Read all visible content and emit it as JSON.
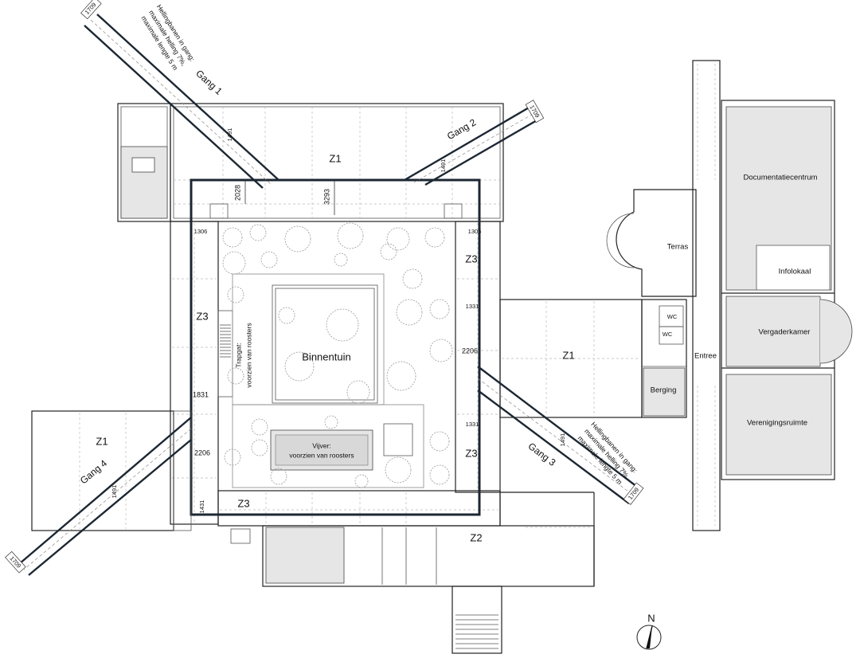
{
  "zones": {
    "z1_top": "Z1",
    "z1_mid": "Z1",
    "z1_left": "Z1",
    "z3_left": "Z3",
    "z3_right_top": "Z3",
    "z3_right_bottom": "Z3",
    "z3_bottom": "Z3",
    "z2": "Z2"
  },
  "corridors": {
    "gang1": "Gang 1",
    "gang2": "Gang 2",
    "gang3": "Gang 3",
    "gang4": "Gang 4"
  },
  "rooms": {
    "binnentuin": "Binnentuin",
    "vijver_line1": "Vijver:",
    "vijver_line2": "voorzien van roosters",
    "trapgat_line1": "Trapgat:",
    "trapgat_line2": "voorzien van roosters",
    "terras": "Terras",
    "documentatiecentrum": "Documentatiecentrum",
    "infolokaal": "Infolokaal",
    "vergaderkamer": "Vergaderkamer",
    "entree": "Entree",
    "berging": "Berging",
    "verenigingsruimte": "Verenigingsruimte",
    "wc1": "WC",
    "wc2": "WC"
  },
  "notes": {
    "ramps_top_1": "Hellingbanen in gang:",
    "ramps_top_2": "maximale helling 7%,",
    "ramps_top_3": "maximale lengte 5 m",
    "ramps_right_1": "Hellingbanen in gang:",
    "ramps_right_2": "maximale helling 7%,",
    "ramps_right_3": "maximale lengte 5 m"
  },
  "dimensions": {
    "d1709_g1": "1709",
    "d1709_g2": "1709",
    "d1709_g3": "1709",
    "d1709_g4": "1709",
    "d1491_g1": "1491",
    "d1491_g2": "1491",
    "d1491_g3": "1491",
    "d1491_g4": "1491",
    "d2028": "2028",
    "d3293": "3293",
    "d1306_l": "1306",
    "d1306_r": "1306",
    "d1331_t": "1331",
    "d1331_b": "1331",
    "d2206_r": "2206",
    "d2206_l": "2206",
    "d1831": "1831",
    "d1431": "1431"
  },
  "compass": {
    "label": "N",
    "icon": "north-arrow-icon"
  },
  "colors": {
    "heavy_line": "#1c2733",
    "fill_grey": "#e6e6e6"
  }
}
